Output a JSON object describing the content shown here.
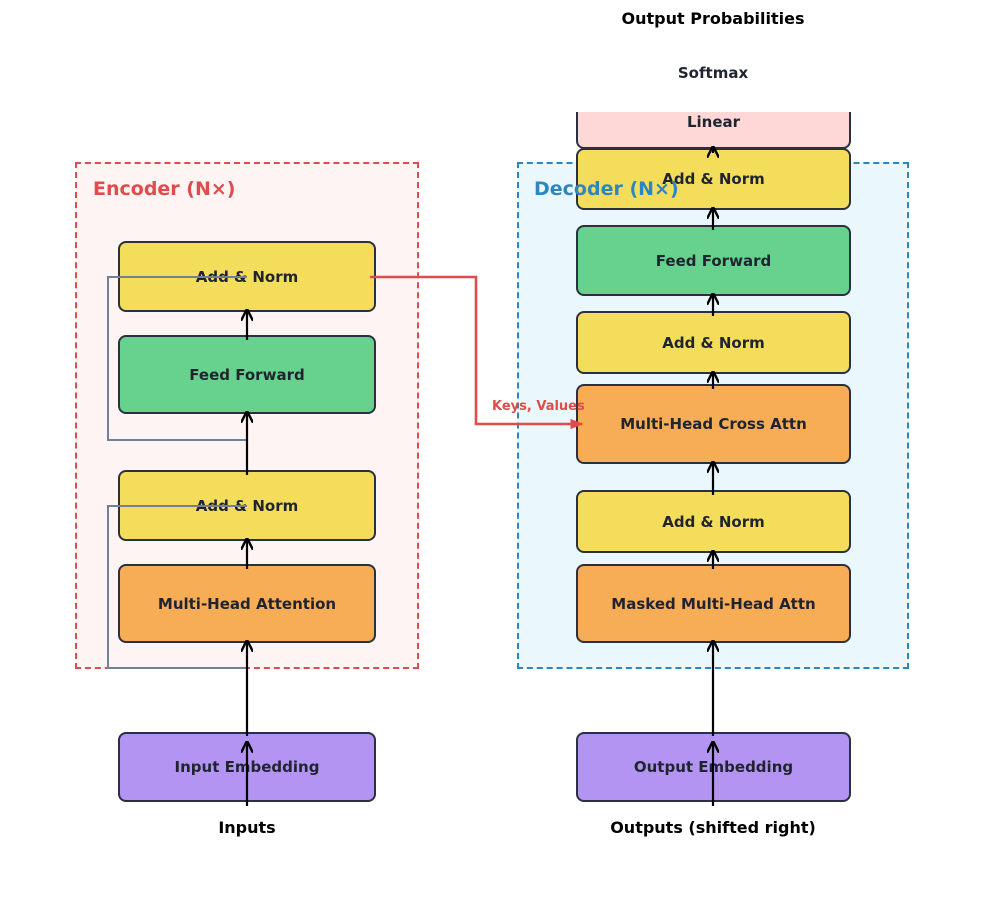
{
  "colors": {
    "encoder_accent": "#e04b4b",
    "encoder_fill": "#fff4f4",
    "decoder_accent": "#2e86c1",
    "decoder_fill": "#eaf7fd",
    "add_norm": "#f5dd5c",
    "feed_forward": "#66d28e",
    "attention": "#f6ad55",
    "embedding": "#b394f2",
    "linear": "#fed7d7",
    "residual": "#718096"
  },
  "encoder": {
    "title": "Encoder (N×)",
    "blocks": {
      "add_norm_top": "Add & Norm",
      "feed_forward": "Feed Forward",
      "add_norm_bottom": "Add & Norm",
      "attention": "Multi-Head Attention",
      "embedding": "Input Embedding"
    },
    "input_label": "Inputs"
  },
  "decoder": {
    "title": "Decoder (N×)",
    "blocks": {
      "add_norm_3": "Add & Norm",
      "feed_forward": "Feed Forward",
      "add_norm_2": "Add & Norm",
      "cross_attention": "Multi-Head Cross Attn",
      "add_norm_1": "Add & Norm",
      "masked_attention": "Masked Multi-Head Attn",
      "embedding": "Output Embedding"
    },
    "input_label": "Outputs (shifted right)"
  },
  "head": {
    "linear": "Linear",
    "softmax": "Softmax",
    "output": "Output Probabilities"
  },
  "cross_connection_label": "Keys, Values"
}
